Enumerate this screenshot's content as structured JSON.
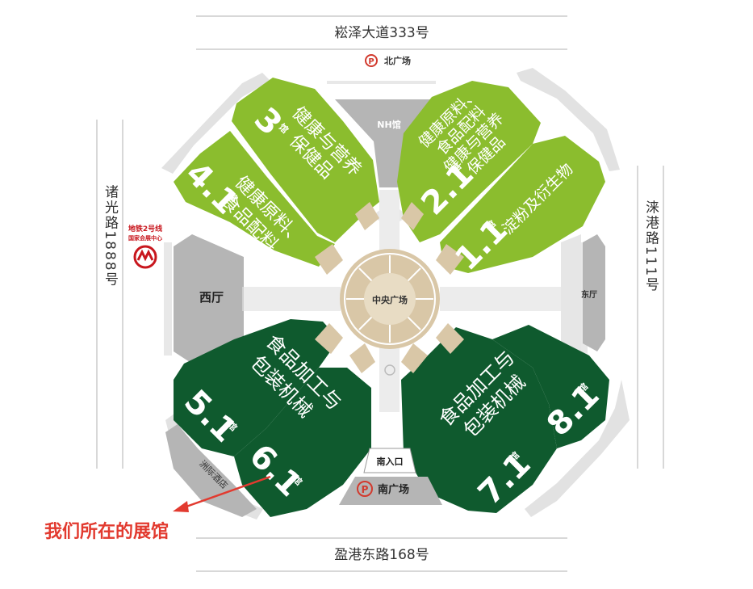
{
  "roads": {
    "north": "崧泽大道333号",
    "south": "盈港东路168号",
    "west": "诸光路1888号",
    "east": "涞港路111号"
  },
  "plazas": {
    "north": "北广场",
    "south": "南广场",
    "parking_symbol": "P"
  },
  "buildings": {
    "nh": "NH馆",
    "west_hall": "西厅",
    "east_hall": "东厅",
    "central": "中央广场",
    "south_entrance": "南入口",
    "hotel": "洲际酒店"
  },
  "metro": {
    "line": "地铁2号线",
    "station": "国家会展中心"
  },
  "hall_unit": "馆",
  "halls": [
    {
      "id": "3",
      "number": "3",
      "category": "健康与营养保健品",
      "lines": [
        "健康与营养",
        "保健品"
      ],
      "color": "#8bbd2e"
    },
    {
      "id": "4.1",
      "number": "4.1",
      "category": "健康原料、食品配料",
      "lines": [
        "健康原料、",
        "食品配料"
      ],
      "color": "#8bbd2e"
    },
    {
      "id": "2.1",
      "number": "2.1",
      "category": "健康原料、食品配料 健康与营养保健品",
      "lines": [
        "健康原料、",
        "食品配料",
        "健康与营养",
        "保健品"
      ],
      "color": "#8bbd2e"
    },
    {
      "id": "1.1",
      "number": "1.1",
      "category": "淀粉及衍生物",
      "lines": [
        "淀粉及衍生物"
      ],
      "color": "#8bbd2e"
    },
    {
      "id": "5.1",
      "number": "5.1",
      "category": "",
      "lines": [],
      "color": "#0f5a2e"
    },
    {
      "id": "6.1",
      "number": "6.1",
      "category": "",
      "lines": [],
      "color": "#0f5a2e"
    },
    {
      "id": "7.1",
      "number": "7.1",
      "category": "",
      "lines": [],
      "color": "#0f5a2e"
    },
    {
      "id": "8.1",
      "number": "8.1",
      "category": "",
      "lines": [],
      "color": "#0f5a2e"
    }
  ],
  "zones": {
    "west_dark": {
      "lines": [
        "食品加工与",
        "包装机械"
      ]
    },
    "east_dark": {
      "lines": [
        "食品加工与",
        "包装机械"
      ]
    }
  },
  "annotation": {
    "text": "我们所在的展馆",
    "target_hall": "6.1"
  },
  "colors": {
    "light_green": "#8bbd2e",
    "dark_green": "#0f5a2e",
    "gray": "#b5b5b5",
    "light_gray": "#e2e2e2",
    "tan": "#d9c7a7",
    "red": "#e23a2f",
    "metro_red": "#c8161d"
  }
}
